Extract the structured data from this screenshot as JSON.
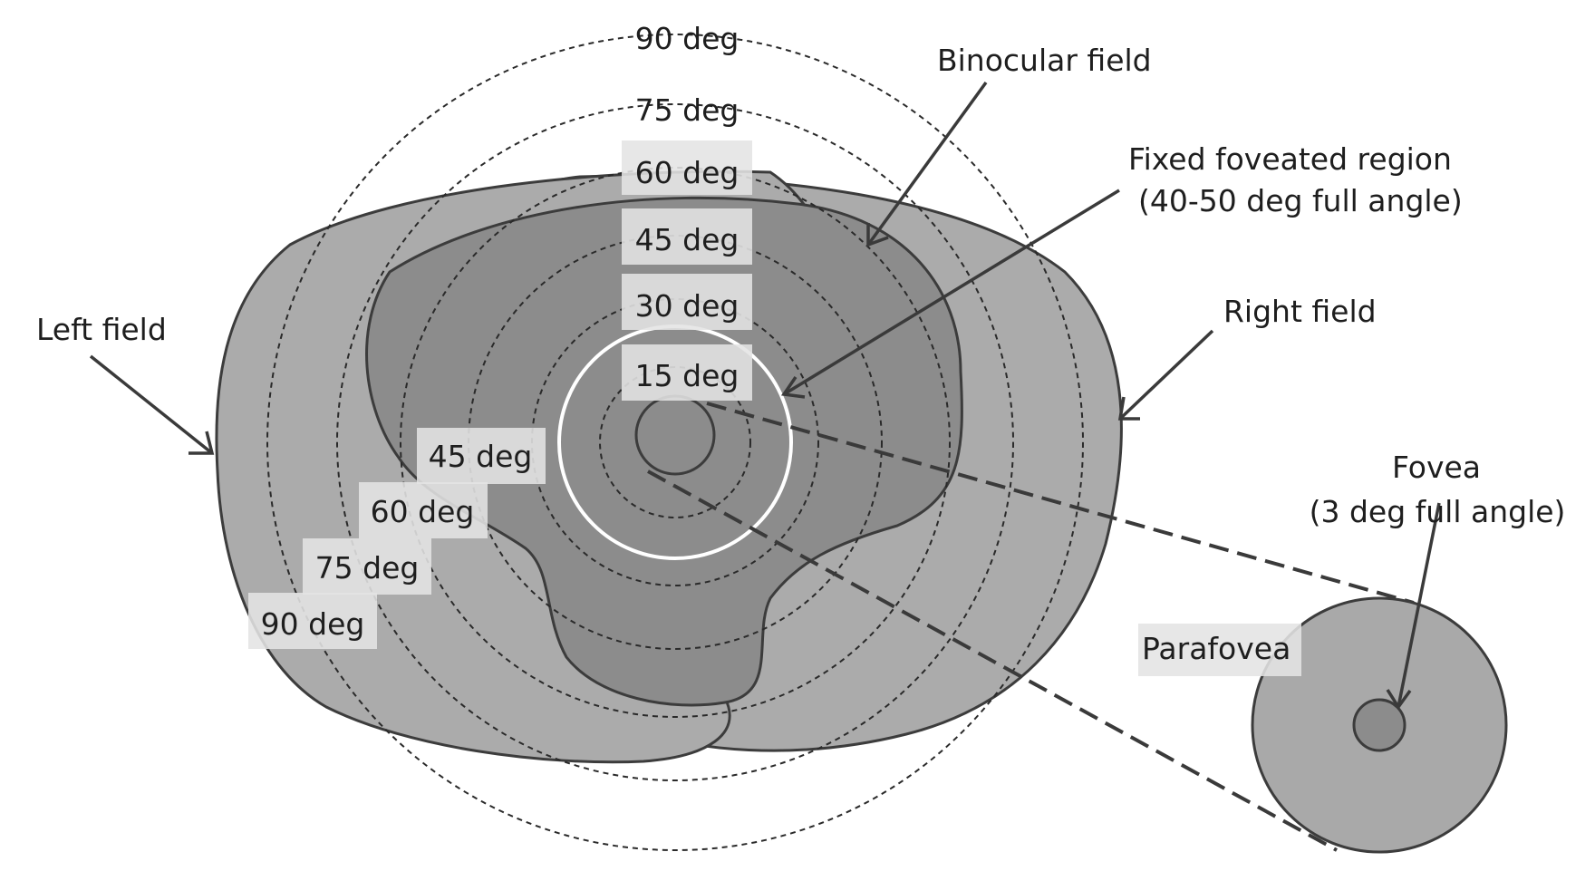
{
  "colors": {
    "background": "#ffffff",
    "monocular_field": "#ababab",
    "binocular_field": "#8c8c8c",
    "fovea": "#8c8c8c",
    "parafovea": "#a9a9a9",
    "foveated_ring": "#ffffff",
    "outline": "#3c3c3c"
  },
  "labels": {
    "left_field": "Left field",
    "right_field": "Right field",
    "binocular_field": "Binocular field",
    "fixed_foveated_line1": "Fixed foveated region",
    "fixed_foveated_line2": "(40-50 deg full angle)",
    "fovea_line1": "Fovea",
    "fovea_line2": "(3 deg full angle)",
    "parafovea": "Parafovea"
  },
  "eccentricity_rings": {
    "vertical_tags": [
      "90 deg",
      "75 deg",
      "60 deg",
      "45 deg",
      "30 deg",
      "15 deg"
    ],
    "diagonal_tags": [
      "45 deg",
      "60 deg",
      "75 deg",
      "90 deg"
    ]
  }
}
